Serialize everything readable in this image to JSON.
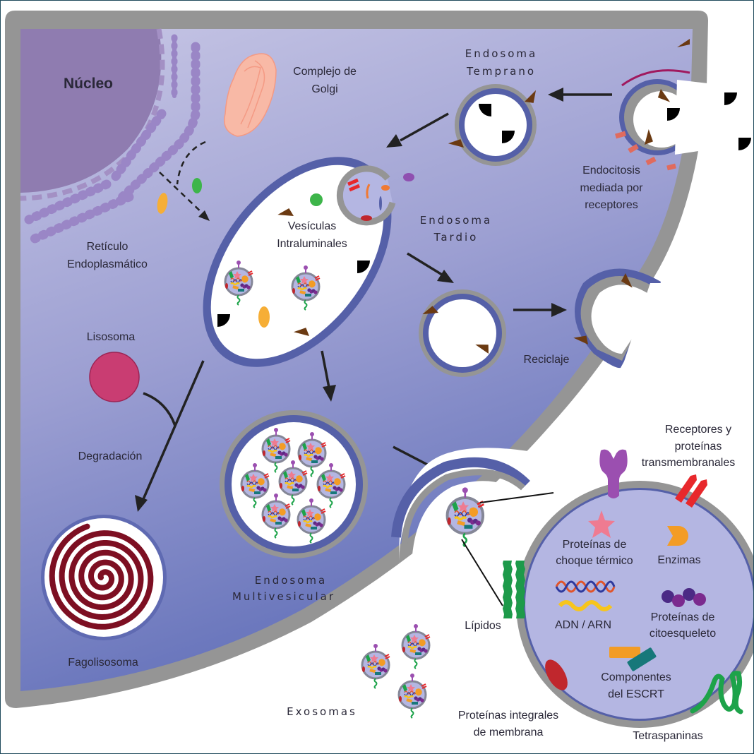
{
  "title": "Biogénesis de exosomas y vía endocítica",
  "labels": {
    "nucleus": "Núcleo",
    "golgi_1": "Complejo de",
    "golgi_2": "Golgi",
    "er_1": "Retículo",
    "er_2": "Endoplasmático",
    "early_endosome_1": "Endosoma",
    "early_endosome_2": "Temprano",
    "endocytosis_1": "Endocitosis",
    "endocytosis_2": "mediada por",
    "endocytosis_3": "receptores",
    "late_endosome_1": "Endosoma",
    "late_endosome_2": "Tardio",
    "ilv_1": "Vesículas",
    "ilv_2": "Intraluminales",
    "lysosome": "Lisosoma",
    "degradation": "Degradación",
    "recycling": "Reciclaje",
    "mvb_1": "Endosoma",
    "mvb_2": "Multivesicular",
    "phagolysosome": "Fagolisosoma",
    "exosomes": "Exosomas"
  },
  "exosome_detail": {
    "receptors_1": "Receptores y",
    "receptors_2": "proteínas",
    "receptors_3": "transmembranales",
    "hsp_1": "Proteínas de",
    "hsp_2": "choque térmico",
    "enzymes": "Enzimas",
    "dna_rna": "ADN / ARN",
    "cytoskeleton_1": "Proteínas de",
    "cytoskeleton_2": "citoesqueleto",
    "lipids": "Lípidos",
    "escrt_1": "Componentes",
    "escrt_2": "del ESCRT",
    "integral_1": "Proteínas integrales",
    "integral_2": "de membrana",
    "tetraspanins": "Tetraspaninas"
  },
  "colors": {
    "cytoplasm_top": "#c4c3e3",
    "cytoplasm_bottom": "#6470b8",
    "membrane_gray": "#959595",
    "membrane_blue": "#5560a8",
    "nucleus": "#8f7cb0",
    "er": "#9a86c6",
    "golgi": "#f8b9a6",
    "lysosome": "#c93d72",
    "spiral": "#7d0f22",
    "arrow": "#222222",
    "ligand": "#6b3a12",
    "frame_border": "#1f4a5c"
  }
}
